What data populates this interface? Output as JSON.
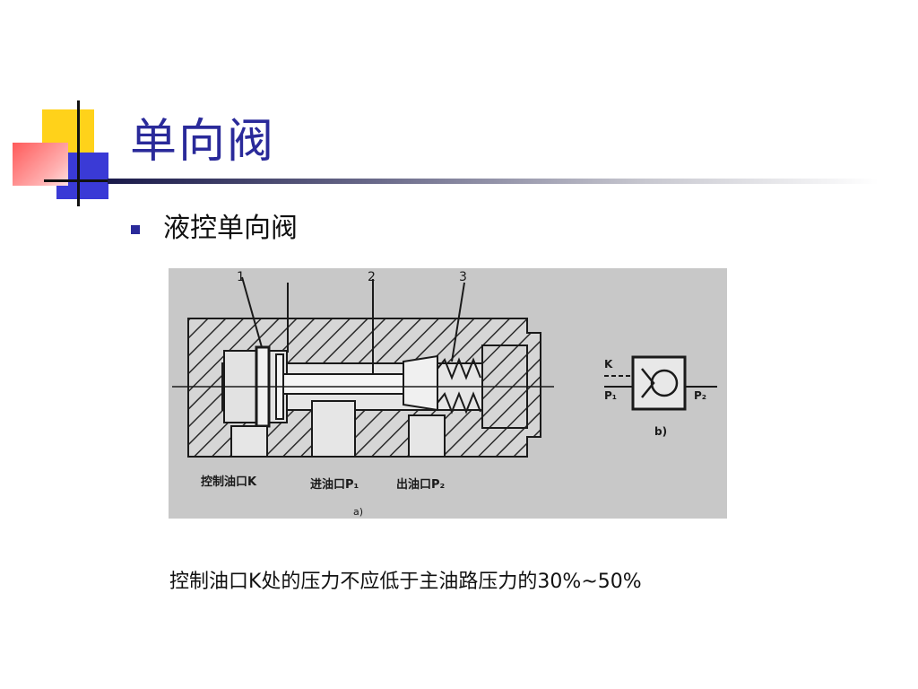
{
  "slide": {
    "title": "单向阀",
    "bullet": "液控单向阀",
    "caption": "控制油口K处的压力不应低于主油路压力的30%~50%"
  },
  "figure": {
    "part_labels": [
      "1",
      "2",
      "3"
    ],
    "port_labels": [
      "控制油口K",
      "进油口P₁",
      "出油口P₂"
    ],
    "sub_label_a": "a)",
    "sub_label_b": "b)",
    "symbol_labels": {
      "k": "K",
      "p1": "P₁",
      "p2": "P₂"
    }
  },
  "colors": {
    "title": "#2a2a9a",
    "figure_bg": "#c8c8c8",
    "deco_yellow": "#ffd21a",
    "deco_blue": "#3a3ad6"
  }
}
